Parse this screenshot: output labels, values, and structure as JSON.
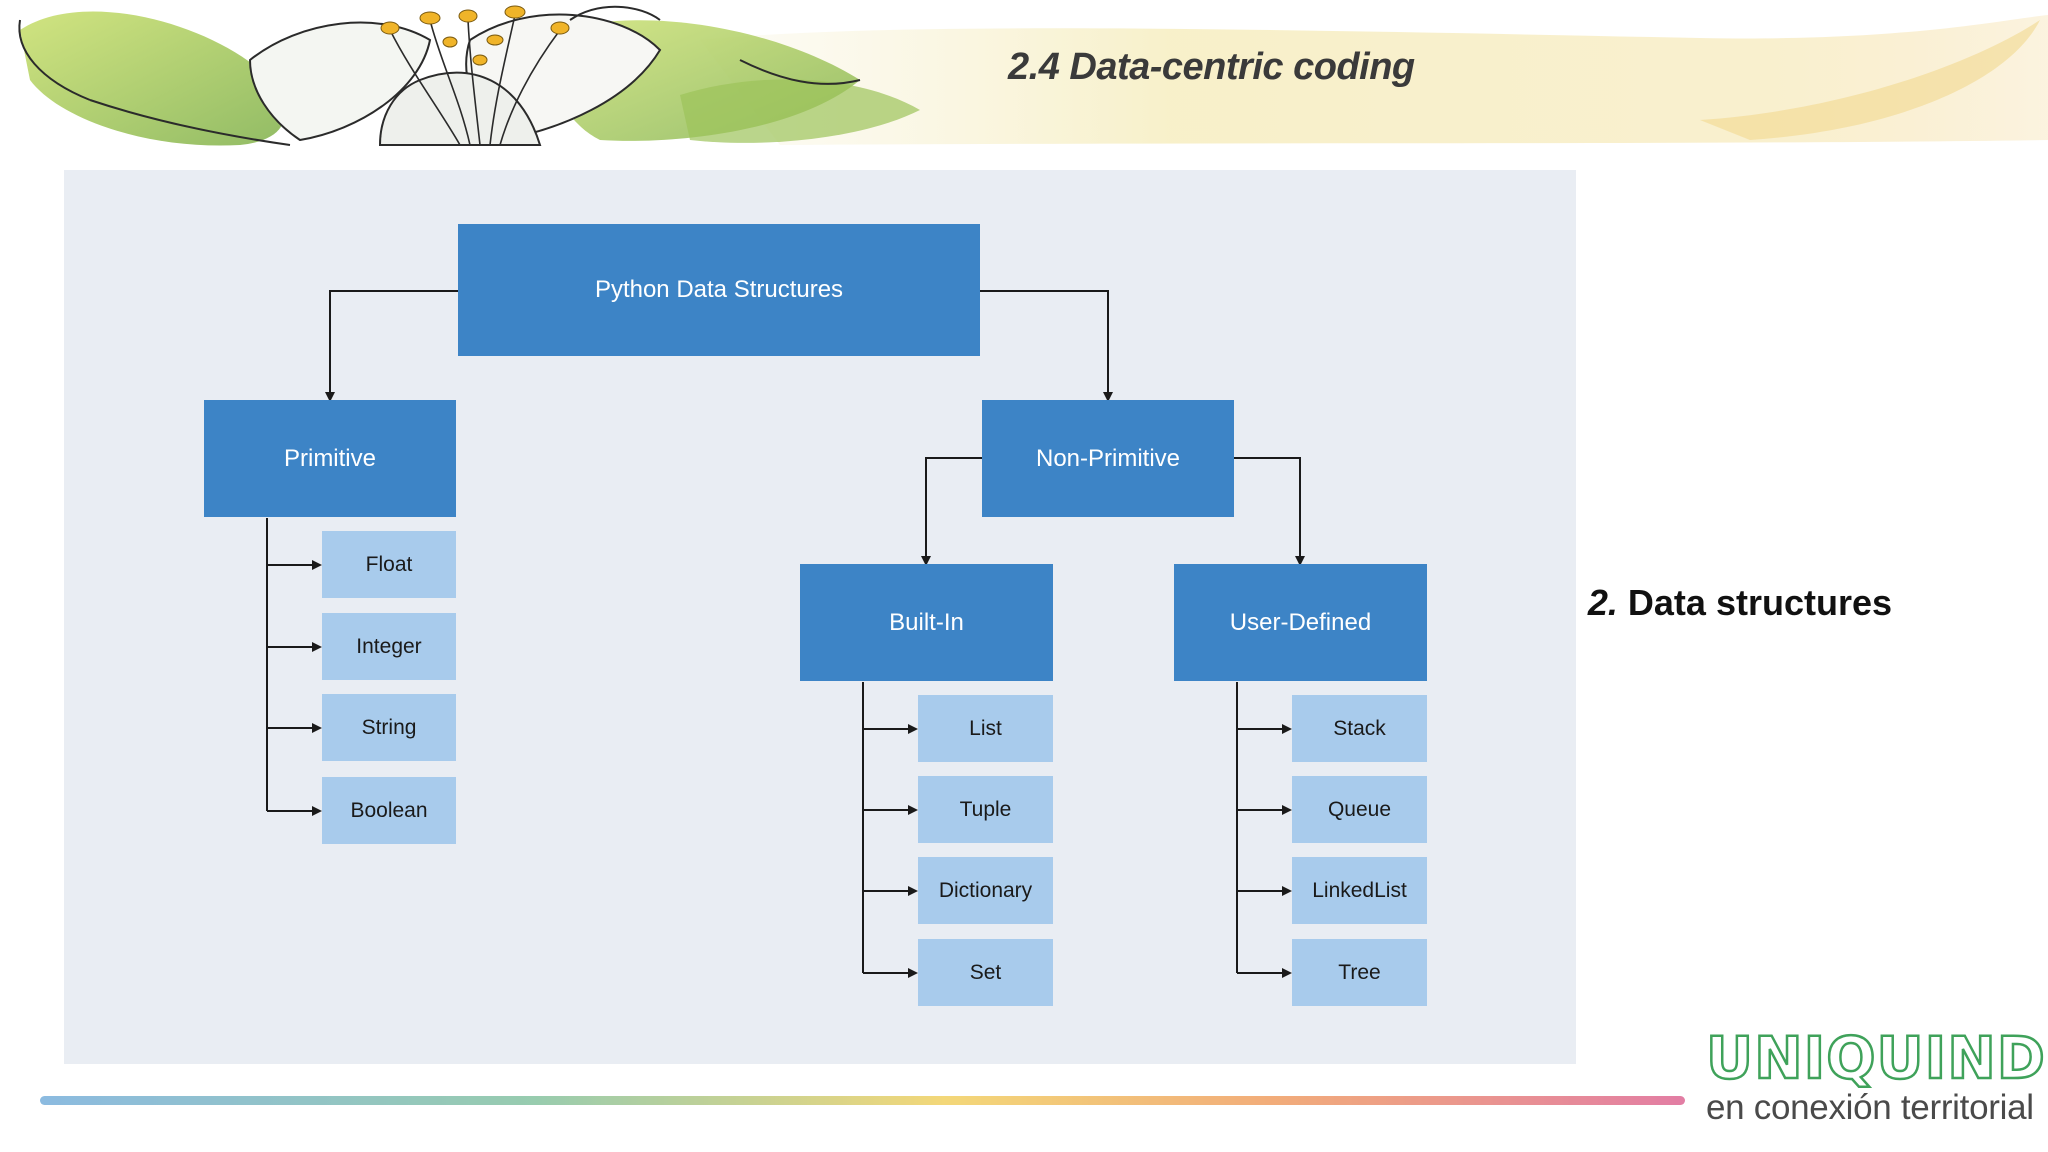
{
  "header": {
    "title": "2.4 Data-centric coding"
  },
  "diagram": {
    "root": "Python Data Structures",
    "branches": {
      "primitive": {
        "label": "Primitive",
        "items": [
          "Float",
          "Integer",
          "String",
          "Boolean"
        ]
      },
      "non_primitive": {
        "label": "Non-Primitive",
        "built_in": {
          "label": "Built-In",
          "items": [
            "List",
            "Tuple",
            "Dictionary",
            "Set"
          ]
        },
        "user_defined": {
          "label": "User-Defined",
          "items": [
            "Stack",
            "Queue",
            "LinkedList",
            "Tree"
          ]
        }
      }
    },
    "colors": {
      "dark_node": "#3d84c6",
      "light_node": "#a8cbec",
      "panel": "#e9edf3",
      "connector": "#1a1a1a"
    }
  },
  "side_label": {
    "number": "2.",
    "text": "Data structures"
  },
  "logo": {
    "name": "UNIQUINDÍO",
    "tagline": "en conexión territorial",
    "color": "#3fa25a"
  },
  "footer": {
    "rule_colors": [
      "#7fb3dd",
      "#8cc6a6",
      "#f2d36a",
      "#f0a36b",
      "#df6f9a"
    ]
  }
}
